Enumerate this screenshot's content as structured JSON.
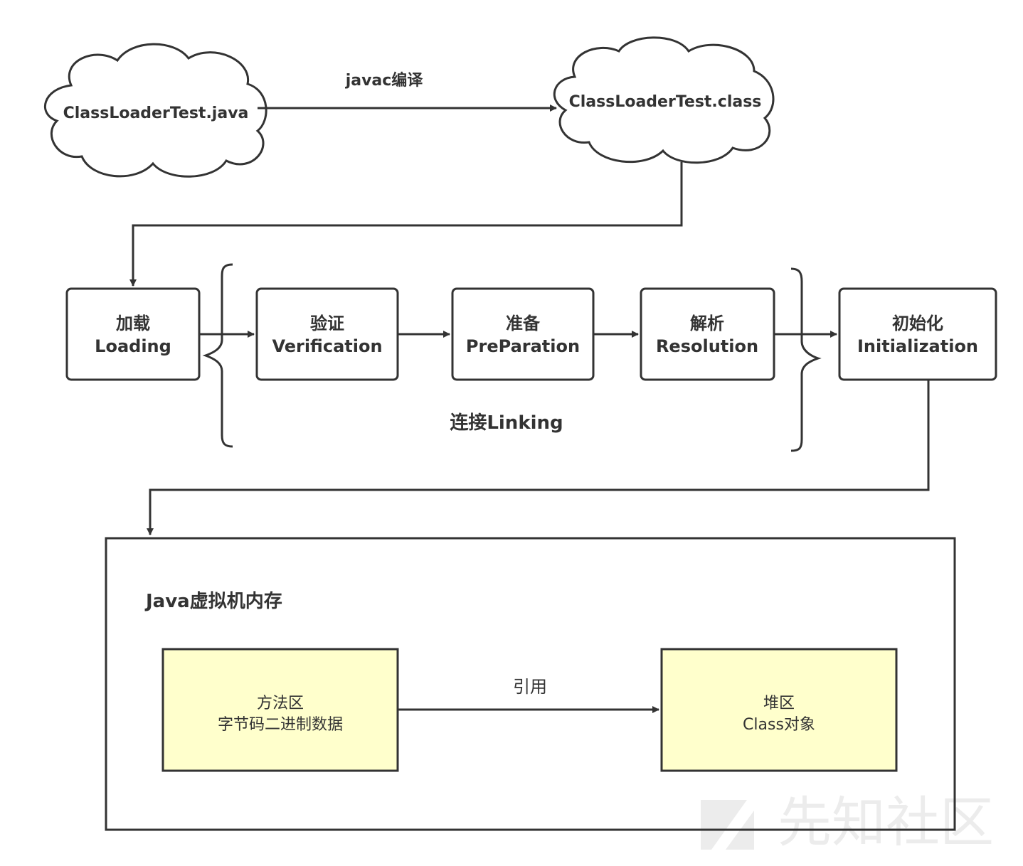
{
  "source_file": "ClassLoaderTest.java",
  "compile_label": "javac编译",
  "class_file": "ClassLoaderTest.class",
  "stages": {
    "loading": {
      "cn": "加载",
      "en": "Loading"
    },
    "verification": {
      "cn": "验证",
      "en": "Verification"
    },
    "preparation": {
      "cn": "准备",
      "en": "PreParation"
    },
    "resolution": {
      "cn": "解析",
      "en": "Resolution"
    },
    "initialization": {
      "cn": "初始化",
      "en": "Initialization"
    }
  },
  "linking_label": "连接Linking",
  "memory": {
    "title": "Java虚拟机内存",
    "method_area": {
      "line1": "方法区",
      "line2": "字节码二进制数据"
    },
    "reference_label": "引用",
    "heap": {
      "line1": "堆区",
      "line2": "Class对象"
    }
  },
  "watermark": "先知社区",
  "colors": {
    "stroke": "#333333",
    "memory_box_fill": "#ffffcc",
    "watermark": "#ececec"
  }
}
